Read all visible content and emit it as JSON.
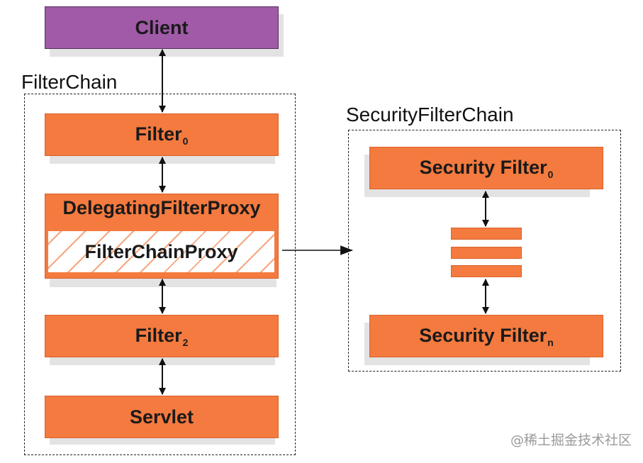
{
  "client": {
    "label": "Client"
  },
  "filter_chain": {
    "title": "FilterChain",
    "filter0": {
      "label": "Filter",
      "sub": "0"
    },
    "delegating": {
      "label": "DelegatingFilterProxy"
    },
    "chain_proxy": {
      "label": "FilterChainProxy"
    },
    "filter2": {
      "label": "Filter",
      "sub": "2"
    },
    "servlet": {
      "label": "Servlet"
    }
  },
  "security_filter_chain": {
    "title": "SecurityFilterChain",
    "first": {
      "label": "Security Filter",
      "sub": "0"
    },
    "last": {
      "label": "Security Filter",
      "sub": "n"
    }
  },
  "watermark": "@稀土掘金技术社区",
  "colors": {
    "orange": "#f47a3f",
    "purple": "#a15aa8"
  }
}
